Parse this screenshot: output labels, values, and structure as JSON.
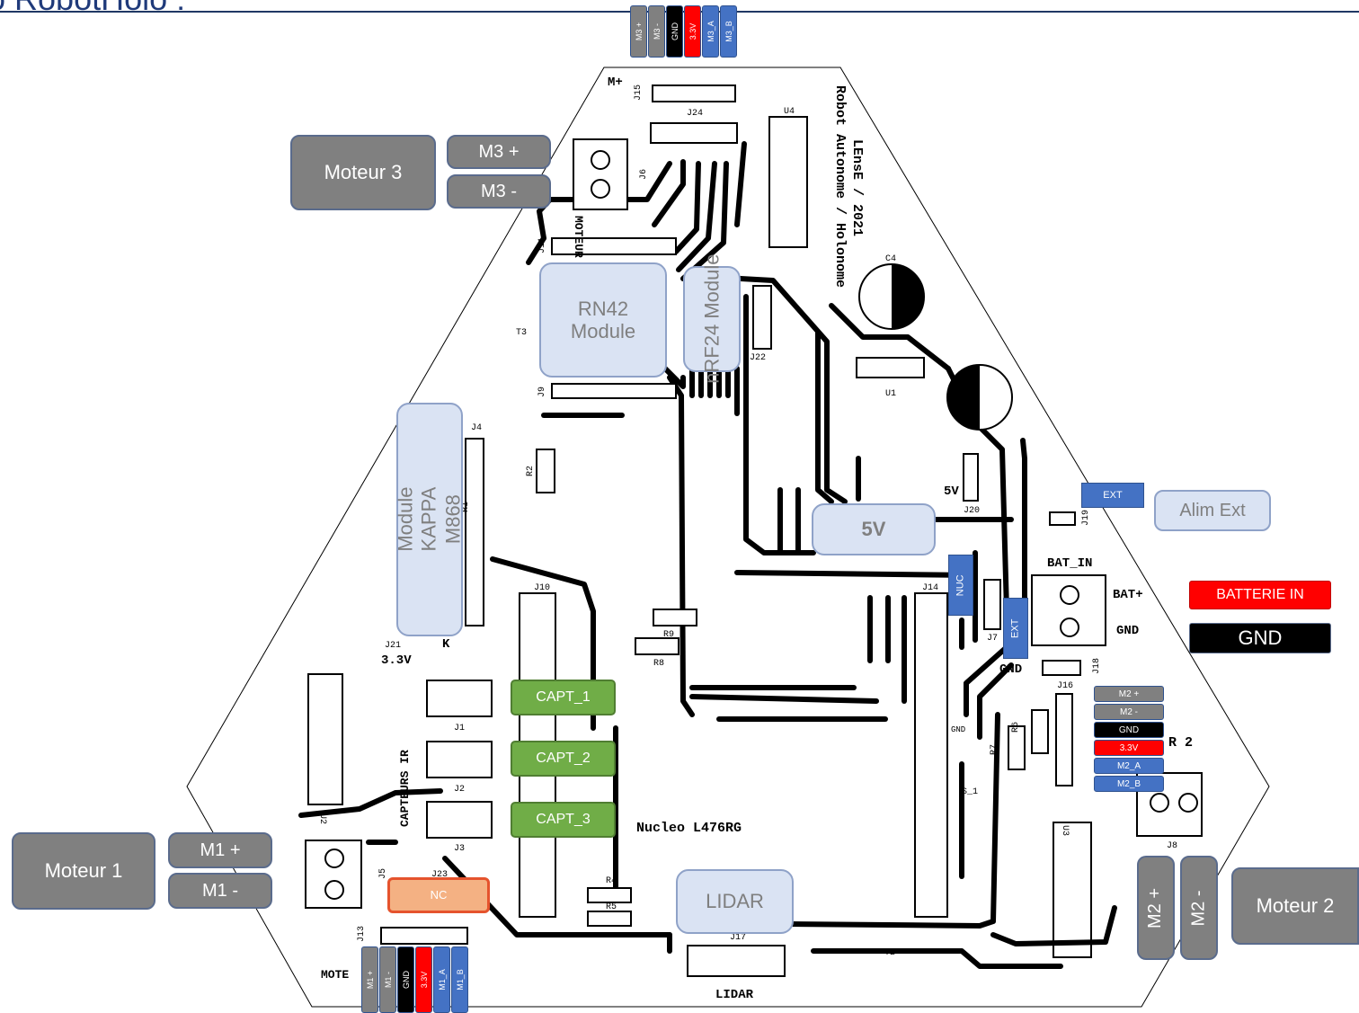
{
  "title": "o RobotHolo :",
  "pcb_labels": {
    "m_plus": "M+",
    "j15": "J15",
    "j24": "J24",
    "u4": "U4",
    "moteur3_silk": "MOTEUR 3",
    "j6": "J6",
    "board_title": "LEnsE / 2021",
    "board_subtitle": "Robot Autonome / Holonome",
    "j11": "J11",
    "c4": "C4",
    "t3": "T3",
    "j22": "J22",
    "u1": "U1",
    "j9": "J9",
    "j4": "J4",
    "r2": "R2",
    "r1": "R1",
    "five_v_silk": "5V",
    "j20": "J20",
    "j19": "J19",
    "bat_in": "BAT_IN",
    "bat_plus": "BAT+",
    "gnd_silk": "GND",
    "gnd_silk2": "GND",
    "j21": "J21",
    "v33": "3.3V",
    "j10": "J10",
    "j14": "J14",
    "r9": "R9",
    "r8": "R8",
    "j7": "J7",
    "j18": "J18",
    "j16": "J16",
    "capteurs_ir": "CAPTEURS IR",
    "j1": "J1",
    "j2": "J2",
    "j3": "J3",
    "u2": "U2",
    "gnd_small": "GND",
    "r7": "R7",
    "r6": "R6",
    "nucleo": "Nucleo L476RG",
    "r4": "R4",
    "r5": "R5",
    "j5": "J5",
    "j23": "J23",
    "u3": "U3",
    "j8": "J8",
    "r2_silk": "R 2",
    "j13": "J13",
    "moteur_silk": "MOTE",
    "j17": "J17",
    "t2": "T2",
    "lidar_silk": "LIDAR",
    "s1": "S_1",
    "k": "K"
  },
  "overlays": {
    "moteur3": "Moteur 3",
    "m3_plus": "M3 +",
    "m3_minus": "M3 -",
    "rn42": "RN42 Module",
    "nrf24": "nRF24 Module",
    "kappa": "Module KAPPA M868",
    "v5": "5V",
    "ext_top": "EXT",
    "alim_ext": "Alim Ext",
    "nuc": "NUC",
    "ext_side": "EXT",
    "batterie_in": "BATTERIE IN",
    "gnd_box": "GND",
    "capt1": "CAPT_1",
    "capt2": "CAPT_2",
    "capt3": "CAPT_3",
    "lidar": "LIDAR",
    "nc": "NC",
    "moteur1": "Moteur 1",
    "m1_plus": "M1 +",
    "m1_minus": "M1 -",
    "moteur2": "Moteur 2",
    "m2_plus_v": "M2 +",
    "m2_minus_v": "M2 -"
  },
  "strips": {
    "m3_pins": [
      "M3 +",
      "M3 -",
      "GND",
      "3.3V",
      "M3_A",
      "M3_B"
    ],
    "m1_pins": [
      "M1 +",
      "M1 -",
      "GND",
      "3.3V",
      "M1_A",
      "M1_B"
    ],
    "m2_pins": [
      "M2 +",
      "M2 -",
      "GND",
      "3.3V",
      "M2_A",
      "M2_B"
    ]
  },
  "colors": {
    "gray": "#808080",
    "module": "#dae3f3",
    "green": "#70ad47",
    "blue": "#4472c4",
    "red": "#ff0000",
    "black": "#000000",
    "orange": "#f4b183"
  }
}
